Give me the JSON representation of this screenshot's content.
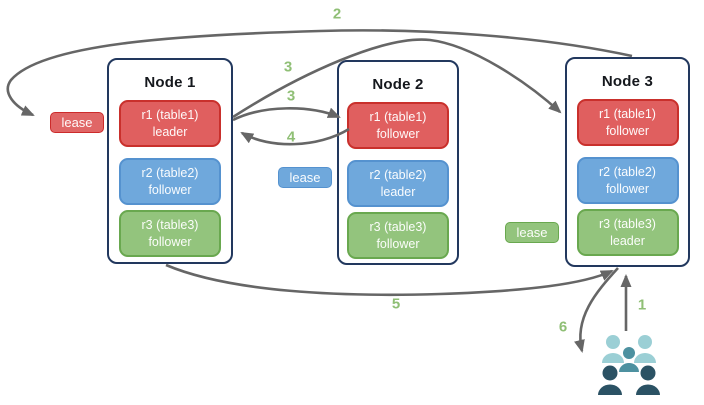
{
  "diagram": {
    "nodes": [
      {
        "title": "Node 1",
        "replicas": [
          {
            "line1": "r1 (table1)",
            "line2": "leader",
            "color": "#e05f5f"
          },
          {
            "line1": "r2 (table2)",
            "line2": "follower",
            "color": "#6fa8dc"
          },
          {
            "line1": "r3 (table3)",
            "line2": "follower",
            "color": "#93c47d"
          }
        ]
      },
      {
        "title": "Node 2",
        "replicas": [
          {
            "line1": "r1 (table1)",
            "line2": "follower",
            "color": "#e05f5f"
          },
          {
            "line1": "r2 (table2)",
            "line2": "leader",
            "color": "#6fa8dc"
          },
          {
            "line1": "r3 (table3)",
            "line2": "follower",
            "color": "#93c47d"
          }
        ]
      },
      {
        "title": "Node 3",
        "replicas": [
          {
            "line1": "r1 (table1)",
            "line2": "follower",
            "color": "#e05f5f"
          },
          {
            "line1": "r2 (table2)",
            "line2": "follower",
            "color": "#6fa8dc"
          },
          {
            "line1": "r3 (table3)",
            "line2": "leader",
            "color": "#93c47d"
          }
        ]
      }
    ],
    "lease_badges": [
      {
        "label": "lease",
        "color": "#e06666"
      },
      {
        "label": "lease",
        "color": "#6fa8dc"
      },
      {
        "label": "lease",
        "color": "#93c47d"
      }
    ],
    "arrow_labels": {
      "step1": "1",
      "step2": "2",
      "step3a": "3",
      "step3b": "3",
      "step4": "4",
      "step5": "5",
      "step6": "6"
    },
    "icons": {
      "users": "users-icon"
    }
  },
  "colors": {
    "arrow": "#666666",
    "step_label_green": "#8fbf75",
    "node_border": "#22385e",
    "red_fill": "#e05f5f",
    "red_border": "#c9302c",
    "blue_fill": "#6fa8dc",
    "blue_border": "#5592cf",
    "green_fill": "#93c47d",
    "green_border": "#69a84f",
    "users_light": "#9bcfd5",
    "users_medium": "#4d91a0",
    "users_dark": "#2b5264"
  }
}
